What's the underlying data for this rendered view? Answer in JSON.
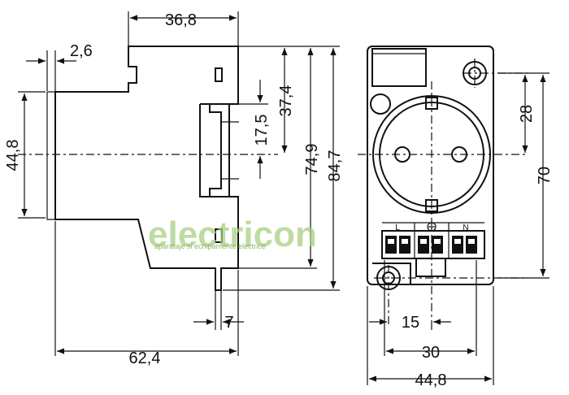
{
  "dimensions": {
    "top_width": "36,8",
    "offset": "2,6",
    "height_left": "44,8",
    "rail_height": "17,5",
    "upper_height": "37,4",
    "height_749": "74,9",
    "height_847": "84,7",
    "rail_step": "7",
    "depth": "62,4",
    "hole_offset": "28",
    "hole_spacing": "70",
    "terminal_spacing_15": "15",
    "terminal_spacing_30": "30",
    "front_width": "44,8"
  },
  "terminals": {
    "left": "L",
    "right": "N"
  },
  "watermark": {
    "brand": "electricon",
    "tagline": "aparataje si echipamente electrice"
  }
}
